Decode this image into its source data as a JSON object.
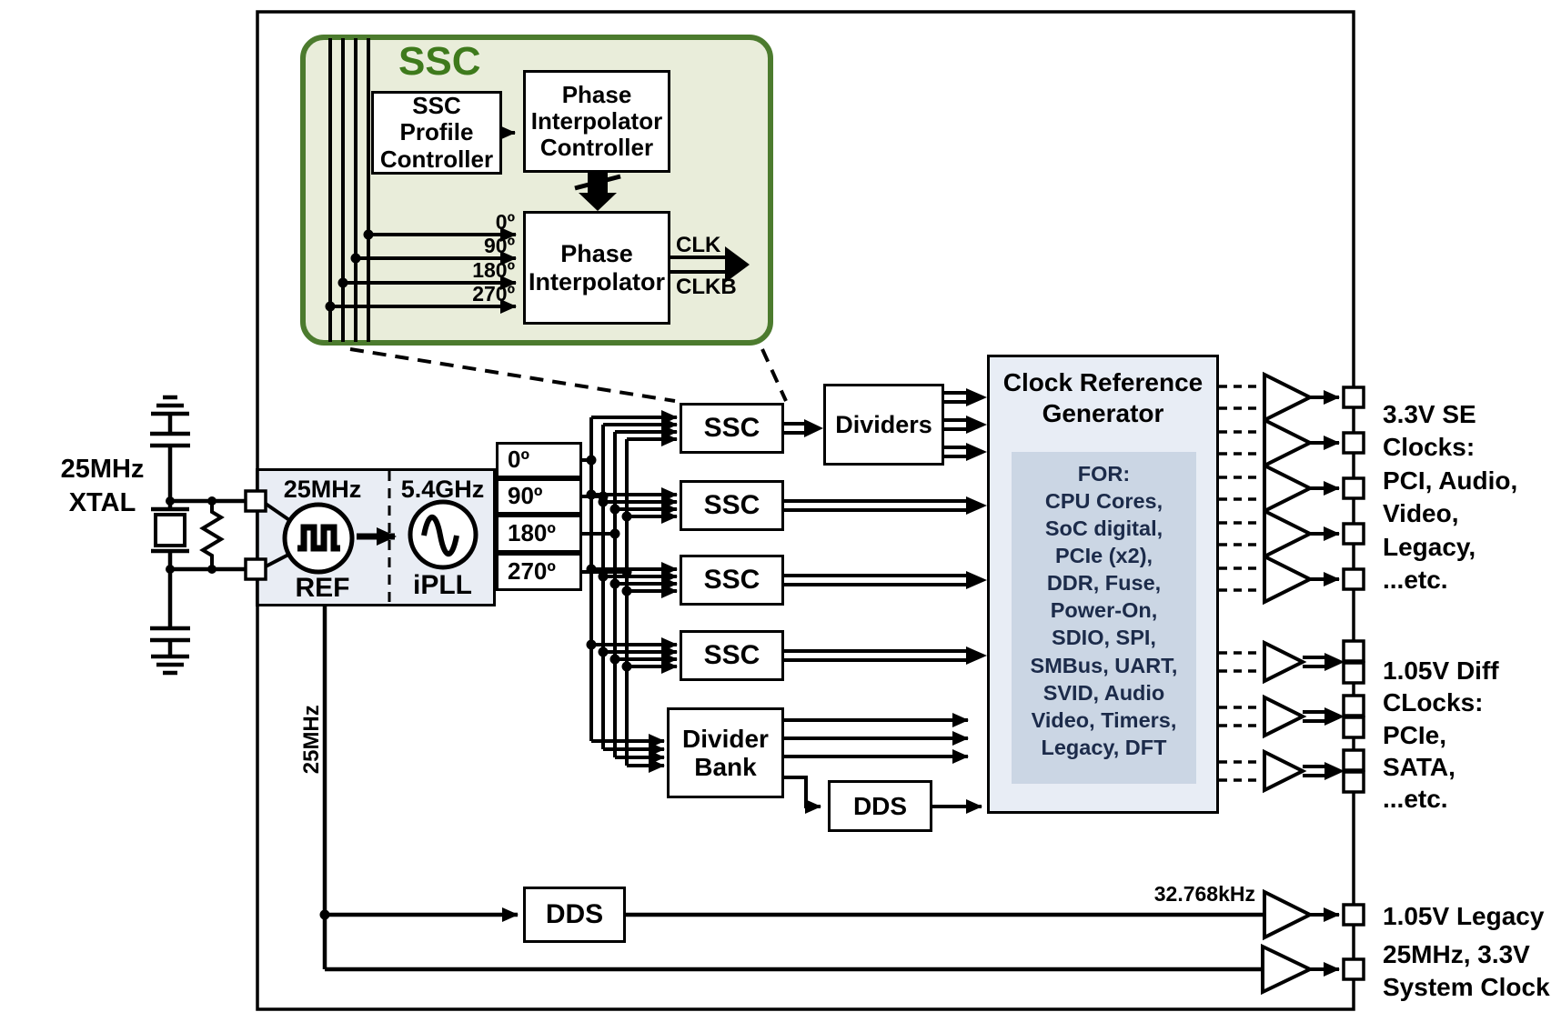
{
  "inset": {
    "title": "SSC",
    "profile_controller": "SSC Profile\nController",
    "pi_controller": "Phase\nInterpolator\nController",
    "phase_interpolator": "Phase\nInterpolator",
    "phases": [
      "0º",
      "90º",
      "180º",
      "270º"
    ],
    "clk": "CLK",
    "clkb": "CLKB"
  },
  "xtal_label": "25MHz\nXTAL",
  "refpll": {
    "freq_in": "25MHz",
    "freq_out": "5.4GHz",
    "ref_label": "REF",
    "pll_label": "iPLL"
  },
  "phase_taps": [
    "0º",
    "90º",
    "180º",
    "270º"
  ],
  "ssc_blocks": [
    "SSC",
    "SSC",
    "SSC",
    "SSC"
  ],
  "dividers_label": "Dividers",
  "divider_bank_label": "Divider\nBank",
  "dds_upper_label": "DDS",
  "dds_lower_label": "DDS",
  "crg": {
    "title": "Clock Reference\nGenerator",
    "for_list": "FOR:\nCPU Cores,\nSoC digital,\nPCIe (x2),\nDDR, Fuse,\nPower-On,\nSDIO, SPI,\nSMBus, UART,\nSVID, Audio\nVideo, Timers,\nLegacy, DFT"
  },
  "wire_labels": {
    "ref_25mhz": "25MHz",
    "dds_32khz": "32.768kHz"
  },
  "output_labels": {
    "se": "3.3V SE\nClocks:\nPCI, Audio,\nVideo,\nLegacy,\n...etc.",
    "diff": "1.05V Diff\nCLocks:\nPCIe,\nSATA,\n...etc.",
    "legacy": "1.05V Legacy",
    "system": "25MHz, 3.3V\nSystem Clock"
  },
  "colors": {
    "inset_fill": "#e9edda",
    "inset_border": "#4c7b2e",
    "inset_title": "#3e7a1c",
    "block_fill": "#e9edf4",
    "crg_fill": "#e8edf5",
    "crg_inner_fill": "#cbd6e4",
    "crg_inner_text": "#1c2b4a"
  }
}
